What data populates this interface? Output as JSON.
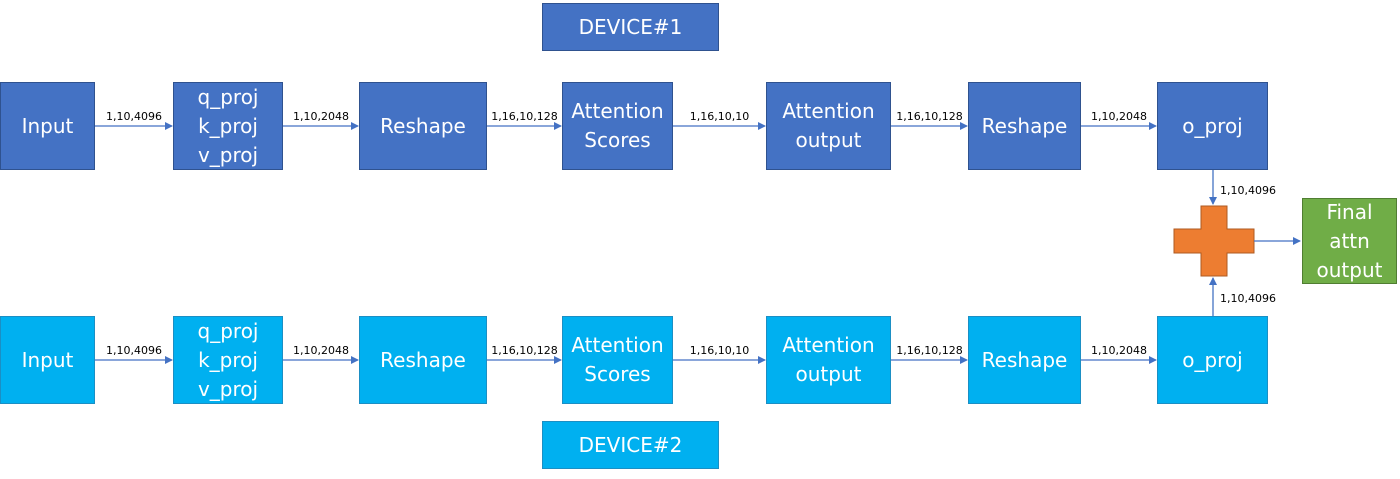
{
  "colors": {
    "device1": "#4472c4",
    "device2": "#00b0f0",
    "adder": "#ed7d31",
    "final": "#70ad47",
    "arrow": "#4472c4"
  },
  "devices": [
    {
      "label": "DEVICE#1",
      "nodes": [
        {
          "lines": [
            "Input"
          ]
        },
        {
          "lines": [
            "q_proj",
            "k_proj",
            "v_proj"
          ]
        },
        {
          "lines": [
            "Reshape"
          ]
        },
        {
          "lines": [
            "Attention",
            "Scores"
          ]
        },
        {
          "lines": [
            "Attention",
            "output"
          ]
        },
        {
          "lines": [
            "Reshape"
          ]
        },
        {
          "lines": [
            "o_proj"
          ]
        }
      ],
      "edge_labels": [
        "1,10,4096",
        "1,10,2048",
        "1,16,10,128",
        "1,16,10,10",
        "1,16,10,128",
        "1,10,2048"
      ],
      "to_adder_label": "1,10,4096"
    },
    {
      "label": "DEVICE#2",
      "nodes": [
        {
          "lines": [
            "Input"
          ]
        },
        {
          "lines": [
            "q_proj",
            "k_proj",
            "v_proj"
          ]
        },
        {
          "lines": [
            "Reshape"
          ]
        },
        {
          "lines": [
            "Attention",
            "Scores"
          ]
        },
        {
          "lines": [
            "Attention",
            "output"
          ]
        },
        {
          "lines": [
            "Reshape"
          ]
        },
        {
          "lines": [
            "o_proj"
          ]
        }
      ],
      "edge_labels": [
        "1,10,4096",
        "1,10,2048",
        "1,16,10,128",
        "1,16,10,10",
        "1,16,10,128",
        "1,10,2048"
      ],
      "to_adder_label": "1,10,4096"
    }
  ],
  "adder": {
    "icon": "plus-icon"
  },
  "final": {
    "lines": [
      "Final",
      "attn",
      "output"
    ]
  }
}
